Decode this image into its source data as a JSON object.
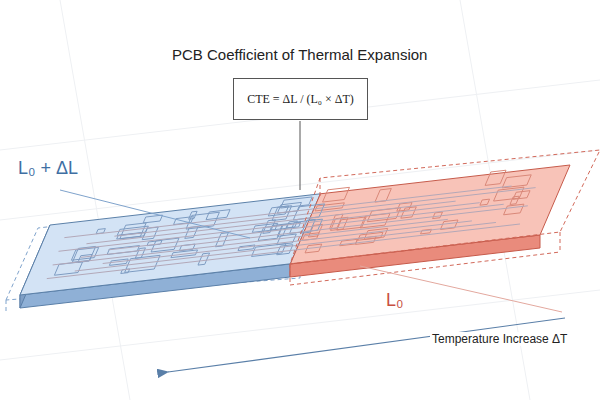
{
  "diagram": {
    "title": "PCB Coefficient of Thermal Expansion",
    "nodes": [
      {
        "text": [
          "CTE = ΔL / (L₀ × ΔT)"
        ]
      }
    ],
    "labels": [
      "L₀ + ΔL",
      "L₀",
      "Temperature Increase ΔT"
    ]
  }
}
